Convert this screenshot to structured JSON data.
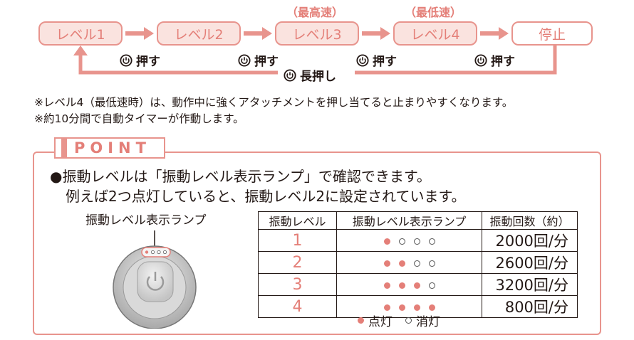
{
  "flow": {
    "levels": [
      "レベル1",
      "レベル2",
      "レベル3",
      "レベル4"
    ],
    "stop": "停止",
    "speed_notes": {
      "max": "（最高速）",
      "min": "（最低速）"
    },
    "press": "押す",
    "long_press": "長押し",
    "accent_color": "#e47f78"
  },
  "notes": [
    "※レベル4（最低速時）は、動作中に強くアタッチメントを押し当てると止まりやすくなります。",
    "※約10分間で自動タイマーが作動します。"
  ],
  "point": {
    "heading": "POINT",
    "line1": "●振動レベルは「振動レベル表示ランプ」で確認できます。",
    "line2": "例えば2つ点灯していると、振動レベル2に設定されています。",
    "device_label": "振動レベル表示ランプ"
  },
  "table": {
    "headers": [
      "振動レベル",
      "振動レベル表示ランプ",
      "振動回数（約）"
    ],
    "rows": [
      {
        "level": "1",
        "lamps_on": 1,
        "freq": "2000回/分"
      },
      {
        "level": "2",
        "lamps_on": 2,
        "freq": "2600回/分"
      },
      {
        "level": "3",
        "lamps_on": 3,
        "freq": "3200回/分"
      },
      {
        "level": "4",
        "lamps_on": 4,
        "freq": "800回/分"
      }
    ],
    "lamp_total": 4
  },
  "legend": {
    "on": "点灯",
    "off": "消灯"
  }
}
